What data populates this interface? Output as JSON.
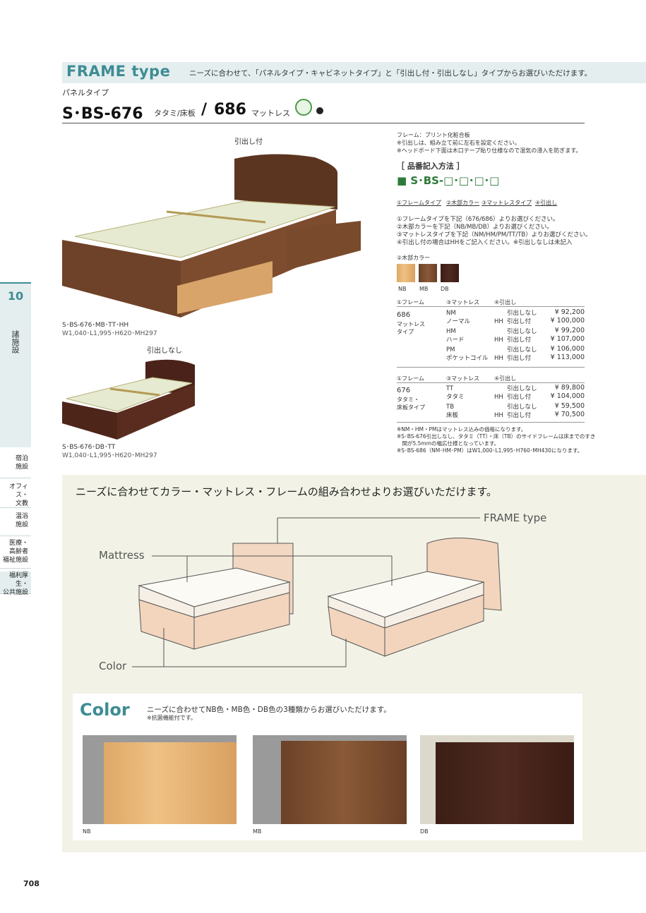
{
  "header": {
    "title": "FRAME type",
    "subtitle": "ニーズに合わせて、「パネルタイプ・キャビネットタイプ」と「引出し付・引出しなし」タイプからお選びいただけます。"
  },
  "product": {
    "category": "パネルタイプ",
    "model_a": "S･BS-676",
    "model_a_note": "タタミ/床板",
    "slash": "/",
    "model_b": "686",
    "model_b_note": "マットレス"
  },
  "images": {
    "drawer_label": "引出し付",
    "no_drawer_label": "引出しなし",
    "caption1_name": "S･BS-676･MB･TT･HH",
    "caption1_size": "W1,040･L1,995･H620･MH297",
    "caption2_name": "S･BS-676･DB･TT",
    "caption2_size": "W1,040･L1,995･H620･MH297"
  },
  "notes_top": [
    "フレーム：プリント化粧合板",
    "※引出しは、組み立て前に左右を設定ください。",
    "※ヘッドボード下面は木口テープ貼り仕様なので湿気の浸入を防ぎます。"
  ],
  "order": {
    "heading": "［ 品番記入方法 ］",
    "code": "■ S･BS-□･□･□･□",
    "parts": [
      "①フレームタイプ",
      "②木部カラー",
      "③マットレスタイプ",
      "④引出し"
    ],
    "instructions": [
      "①フレームタイプを下記（676/686）よりお選びください。",
      "②木部カラーを下記（NB/MB/DB）よりお選びください。",
      "③マットレスタイプを下記（NM/HM/PM/TT/TB）よりお選びください。",
      "④引出し付の場合はHHをご記入ください。※引出しなしは未記入"
    ]
  },
  "wood_colors": {
    "heading": "②木部カラー",
    "items": [
      {
        "code": "NB",
        "color": "#dea867"
      },
      {
        "code": "MB",
        "color": "#7a4a2e"
      },
      {
        "code": "DB",
        "color": "#3d1f17"
      }
    ]
  },
  "table686": {
    "headers": [
      "①フレーム",
      "③マットレス",
      "④引出し"
    ],
    "frame": "686",
    "frame_desc1": "マットレス",
    "frame_desc2": "タイプ",
    "rows": [
      {
        "code": "NM",
        "name": "ノーマル",
        "hh": "HH",
        "opt1": "引出しなし",
        "p1": "¥ 92,200",
        "opt2": "引出し付",
        "p2": "¥ 100,000"
      },
      {
        "code": "HM",
        "name": "ハード",
        "hh": "HH",
        "opt1": "引出しなし",
        "p1": "¥ 99,200",
        "opt2": "引出し付",
        "p2": "¥ 107,000"
      },
      {
        "code": "PM",
        "name": "ポケットコイル",
        "hh": "HH",
        "opt1": "引出しなし",
        "p1": "¥ 106,000",
        "opt2": "引出し付",
        "p2": "¥ 113,000"
      }
    ]
  },
  "table676": {
    "headers": [
      "①フレーム",
      "③マットレス",
      "④引出し"
    ],
    "frame": "676",
    "frame_desc1": "タタミ・",
    "frame_desc2": "床板タイプ",
    "rows": [
      {
        "code": "TT",
        "name": "タタミ",
        "hh": "HH",
        "opt1": "引出しなし",
        "p1": "¥ 89,800",
        "opt2": "引出し付",
        "p2": "¥ 104,000"
      },
      {
        "code": "TB",
        "name": "床板",
        "hh": "HH",
        "opt1": "引出しなし",
        "p1": "¥ 59,500",
        "opt2": "引出し付",
        "p2": "¥ 70,500"
      }
    ]
  },
  "notes_bottom": [
    "※NM・HM・PMはマットレス込みの価格になります。",
    "※S･BS-676引出しなし、タタミ（TT）・床（TB）のサイドフレームは床までのすき",
    "　間が5.5mmの幅広仕様となっています。",
    "※S･BS-686（NM･HM･PM）はW1,000･L1,995･H760･MH430になります。"
  ],
  "combo": {
    "heading": "ニーズに合わせてカラー・マットレス・フレームの組み合わせよりお選びいただけます。",
    "label_frame": "FRAME type",
    "label_mattress": "Mattress",
    "label_color": "Color"
  },
  "color_section": {
    "title": "Color",
    "desc": "ニーズに合わせてNB色・MB色・DB色の3種類からお選びいただけます。",
    "note": "※抗菌機能付です。",
    "swatches": [
      "NB",
      "MB",
      "DB"
    ]
  },
  "sidebar": {
    "num": "10",
    "vert": "諸施設",
    "items": [
      "宿泊\n施設",
      "オフィス・\n文教",
      "温浴\n施設",
      "医療・\n高齢者\n福祉施設",
      "福利厚生・\n公共施設"
    ]
  },
  "page_number": "708"
}
